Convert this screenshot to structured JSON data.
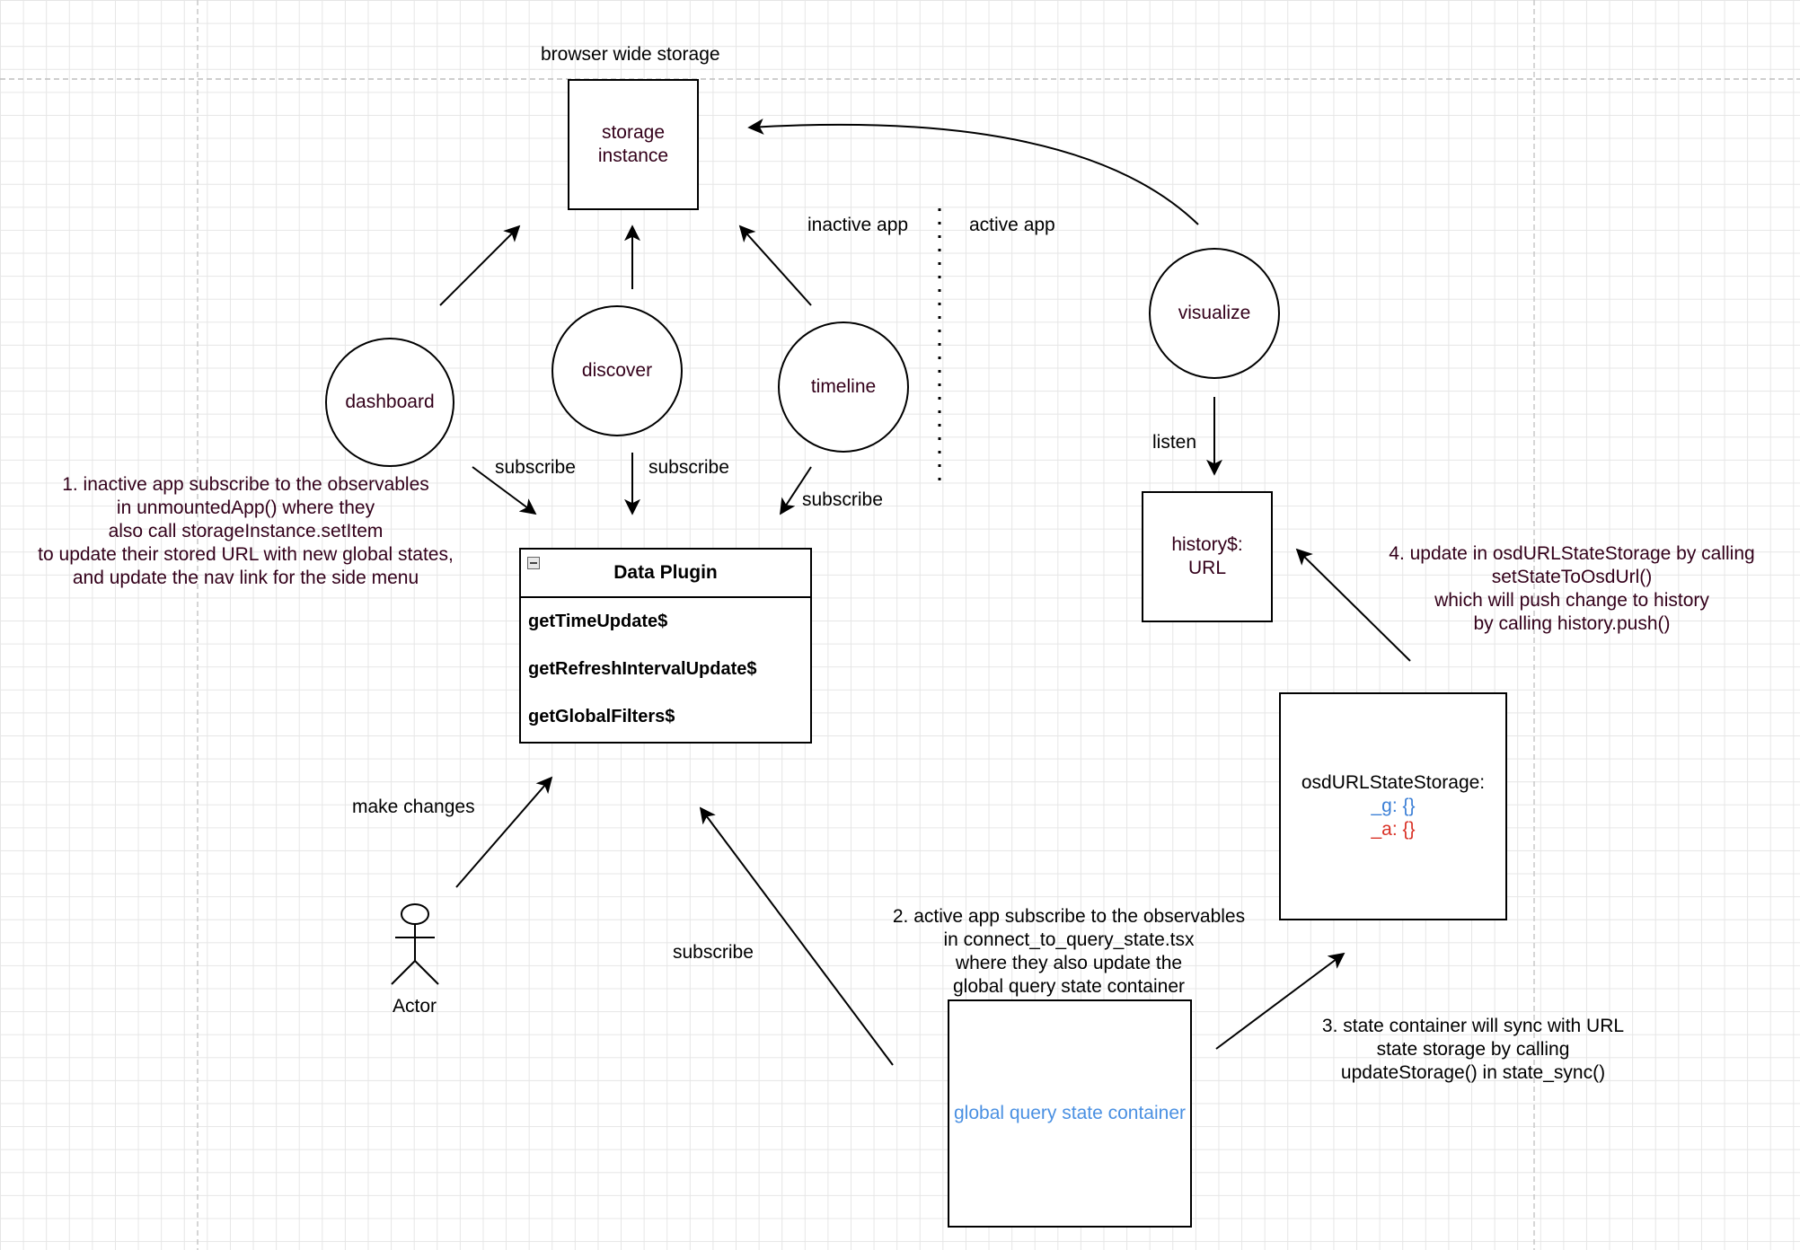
{
  "storage": {
    "region_label": "browser wide storage",
    "instance_line1": "storage",
    "instance_line2": "instance"
  },
  "divider": {
    "inactive_label": "inactive app",
    "active_label": "active app"
  },
  "apps": {
    "dashboard": "dashboard",
    "discover": "discover",
    "timeline": "timeline",
    "visualize": "visualize"
  },
  "edge_labels": {
    "subscribe_dashboard": "subscribe",
    "subscribe_discover": "subscribe",
    "subscribe_timeline": "subscribe",
    "subscribe_global": "subscribe",
    "listen": "listen",
    "make_changes": "make changes"
  },
  "data_plugin": {
    "title": "Data Plugin",
    "methods": [
      "getTimeUpdate$",
      "getRefreshIntervalUpdate$",
      "getGlobalFilters$"
    ]
  },
  "history": {
    "line1": "history$:",
    "line2": "URL"
  },
  "url_state_storage": {
    "title": "osdURLStateStorage:",
    "g_key": "_g: {}",
    "a_key": "_a: {}"
  },
  "global_container": {
    "label": "global query state container"
  },
  "actor": {
    "label": "Actor"
  },
  "notes": {
    "note1": [
      "1. inactive app subscribe to the observables",
      "in unmountedApp() where they",
      "also call storageInstance.setItem",
      "to update their stored URL with new global states,",
      "and update the nav link for the side menu"
    ],
    "note2": [
      "2. active app subscribe to the observables",
      "in connect_to_query_state.tsx",
      "where they also update the",
      "global query state container"
    ],
    "note3": [
      "3. state container will sync with URL",
      "state storage by calling",
      "updateStorage() in state_sync()"
    ],
    "note4": [
      "4. update in osdURLStateStorage by calling",
      "setStateToOsdUrl()",
      "which will push change to history",
      "by calling history.push()"
    ]
  },
  "colors": {
    "g_key": "#3b7fd6",
    "a_key": "#d93025",
    "global_container_text": "#4a90e2",
    "note_text": "#33001a"
  }
}
